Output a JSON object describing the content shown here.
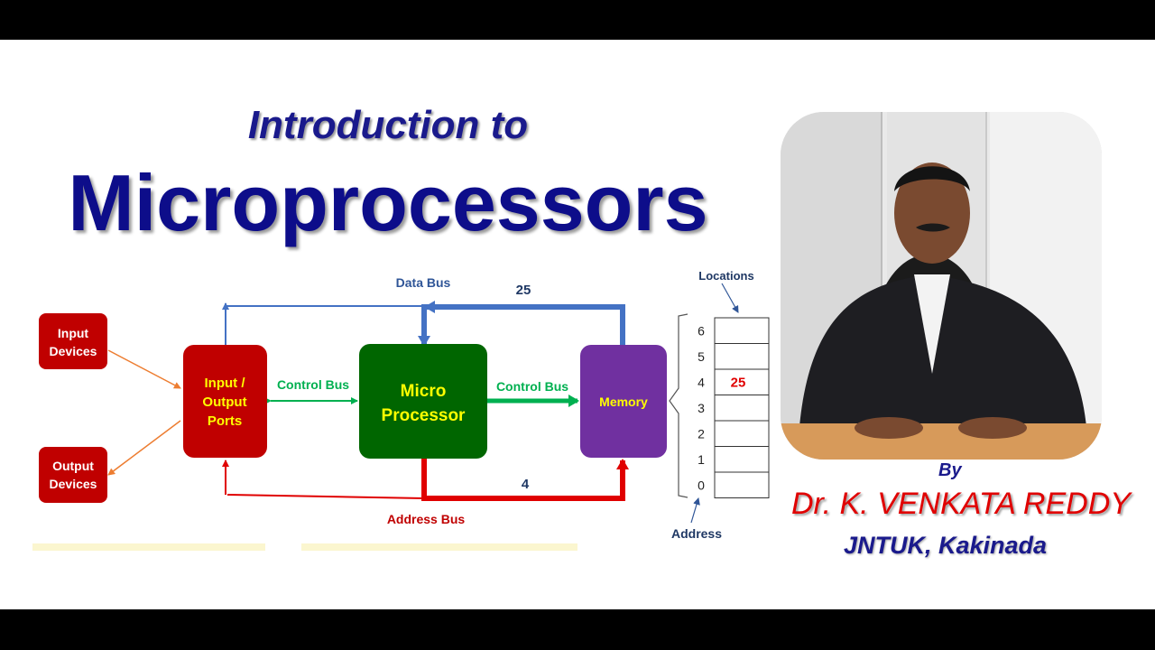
{
  "title": {
    "line1": "Introduction to",
    "line2": "Microprocessors"
  },
  "diagram": {
    "blocks": {
      "input_devices": [
        "Input",
        "Devices"
      ],
      "output_devices": [
        "Output",
        "Devices"
      ],
      "io_ports": [
        "Input /",
        "Output",
        "Ports"
      ],
      "microprocessor": [
        "Micro",
        "Processor"
      ],
      "memory": "Memory"
    },
    "buses": {
      "data_bus": "Data Bus",
      "data_value": "25",
      "control_bus_left": "Control Bus",
      "control_bus_right": "Control Bus",
      "address_bus": "Address Bus",
      "address_value": "4"
    },
    "memory_table": {
      "locations_label": "Locations",
      "address_label": "Address",
      "rows": [
        {
          "address": "6",
          "content": ""
        },
        {
          "address": "5",
          "content": ""
        },
        {
          "address": "4",
          "content": "25"
        },
        {
          "address": "3",
          "content": ""
        },
        {
          "address": "2",
          "content": ""
        },
        {
          "address": "1",
          "content": ""
        },
        {
          "address": "0",
          "content": ""
        }
      ]
    },
    "colors": {
      "red_block": "#c00000",
      "green_block": "#006600",
      "purple_block": "#7030a0",
      "data_bus": "#4472c4",
      "address_bus": "#e00000",
      "control_bus": "#00b050",
      "io_arrows": "#ed7d31",
      "block_text_yellow": "#ffff00"
    }
  },
  "presenter": {
    "by_label": "By",
    "name": "Dr. K. VENKATA REDDY",
    "organization": "JNTUK, Kakinada"
  }
}
